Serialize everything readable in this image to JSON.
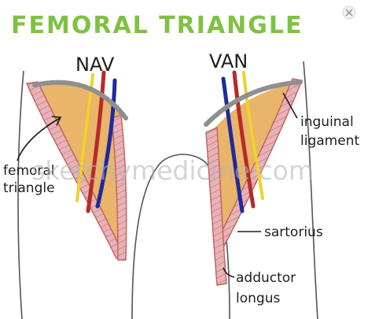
{
  "title": "FEMORAL TRIANGLE",
  "labels": {
    "left_order": "NAV",
    "right_order": "VAN",
    "femoral_line1": "femoral",
    "femoral_line2": "triangle",
    "inguinal_line1": "inguinal",
    "inguinal_line2": "ligament",
    "sartorius": "sartorius",
    "adductor_line1": "adductor",
    "adductor_line2": "longus"
  },
  "watermark": "sketchymedicine.com",
  "colors": {
    "title": "#7fc241",
    "triangle_fill": "#e8b56a",
    "muscle": "#e7b3b7",
    "muscle_stripe": "#c0605e",
    "ligament": "#8f8f8f",
    "nerve": "#f1d129",
    "artery": "#b72a2a",
    "vein": "#1f2a9e",
    "outline": "#555555"
  },
  "icons": {
    "corner": "close-icon"
  }
}
